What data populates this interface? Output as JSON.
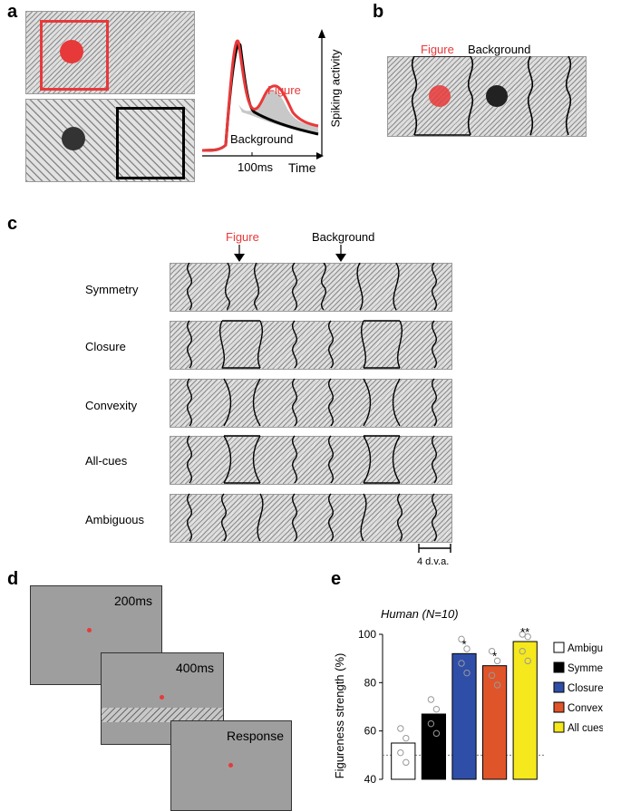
{
  "panels": {
    "a": {
      "letter": "a",
      "figure_label": "Figure",
      "background_label": "Background",
      "time_tick": "100ms",
      "x_axis": "Time",
      "y_axis": "Spiking activity"
    },
    "b": {
      "letter": "b",
      "figure_label": "Figure",
      "background_label": "Background"
    },
    "c": {
      "letter": "c",
      "figure_label": "Figure",
      "background_label": "Background",
      "rows": [
        "Symmetry",
        "Closure",
        "Convexity",
        "All-cues",
        "Ambiguous"
      ],
      "scale_bar": "4 d.v.a."
    },
    "d": {
      "letter": "d",
      "frames": [
        "200ms",
        "400ms",
        "Response"
      ]
    },
    "e": {
      "letter": "e"
    }
  },
  "colors": {
    "figure_red": "#e8393a",
    "closure_blue": "#2f4ea8",
    "convexity_orange": "#e0542a",
    "allcues_yellow": "#f5e81c"
  },
  "chart_data": {
    "type": "bar",
    "title": "Human (N=10)",
    "ylabel": "Figureness strength (%)",
    "ylim": [
      40,
      100
    ],
    "yticks": [
      40,
      60,
      80,
      100
    ],
    "chance_line": 50,
    "categories": [
      "Ambiguous",
      "Symmetry",
      "Closure",
      "Convexity",
      "All cues"
    ],
    "values": [
      55,
      67,
      92,
      87,
      97
    ],
    "colors": [
      "#ffffff",
      "#000000",
      "#2f4ea8",
      "#e0542a",
      "#f5e81c"
    ],
    "significance": [
      "",
      "",
      "*",
      "*",
      "**"
    ],
    "legend": [
      "Ambiguous",
      "Symmetry",
      "Closure",
      "Convexity",
      "All cues"
    ],
    "legend_placement": "right"
  }
}
